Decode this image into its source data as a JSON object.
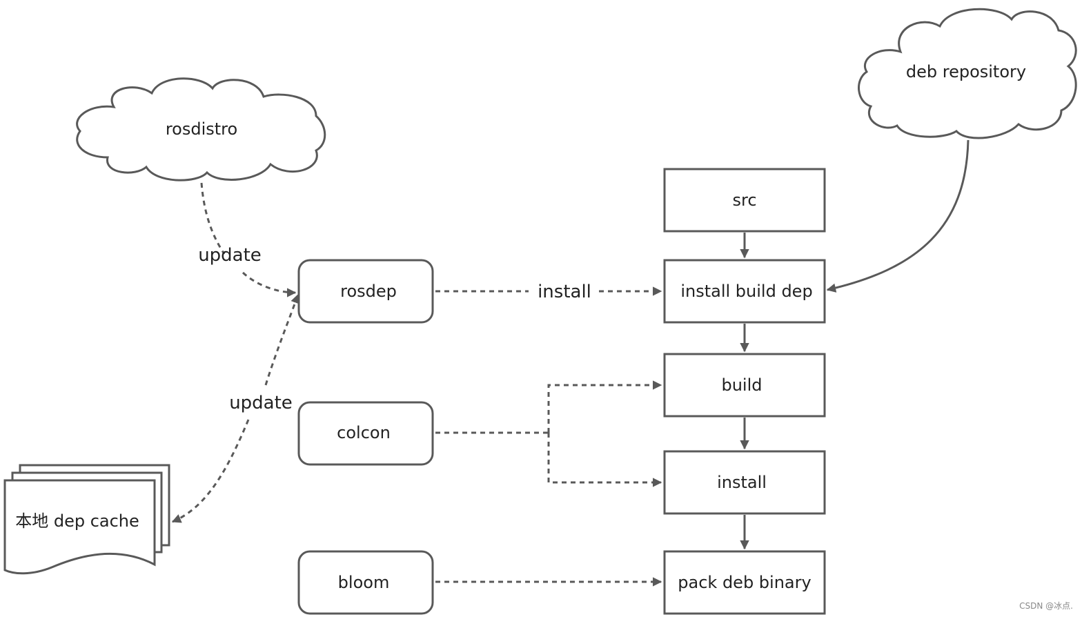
{
  "nodes": {
    "rosdistro": "rosdistro",
    "deb_repository": "deb repository",
    "rosdep": "rosdep",
    "colcon": "colcon",
    "bloom": "bloom",
    "local_cache": "本地 dep cache",
    "src": "src",
    "install_build_dep": "install build dep",
    "build": "build",
    "install": "install",
    "pack_deb_binary": "pack deb binary"
  },
  "edges": {
    "update_from_rosdistro": "update",
    "update_from_cache": "update",
    "install_label": "install"
  },
  "watermark": "CSDN @冰点."
}
